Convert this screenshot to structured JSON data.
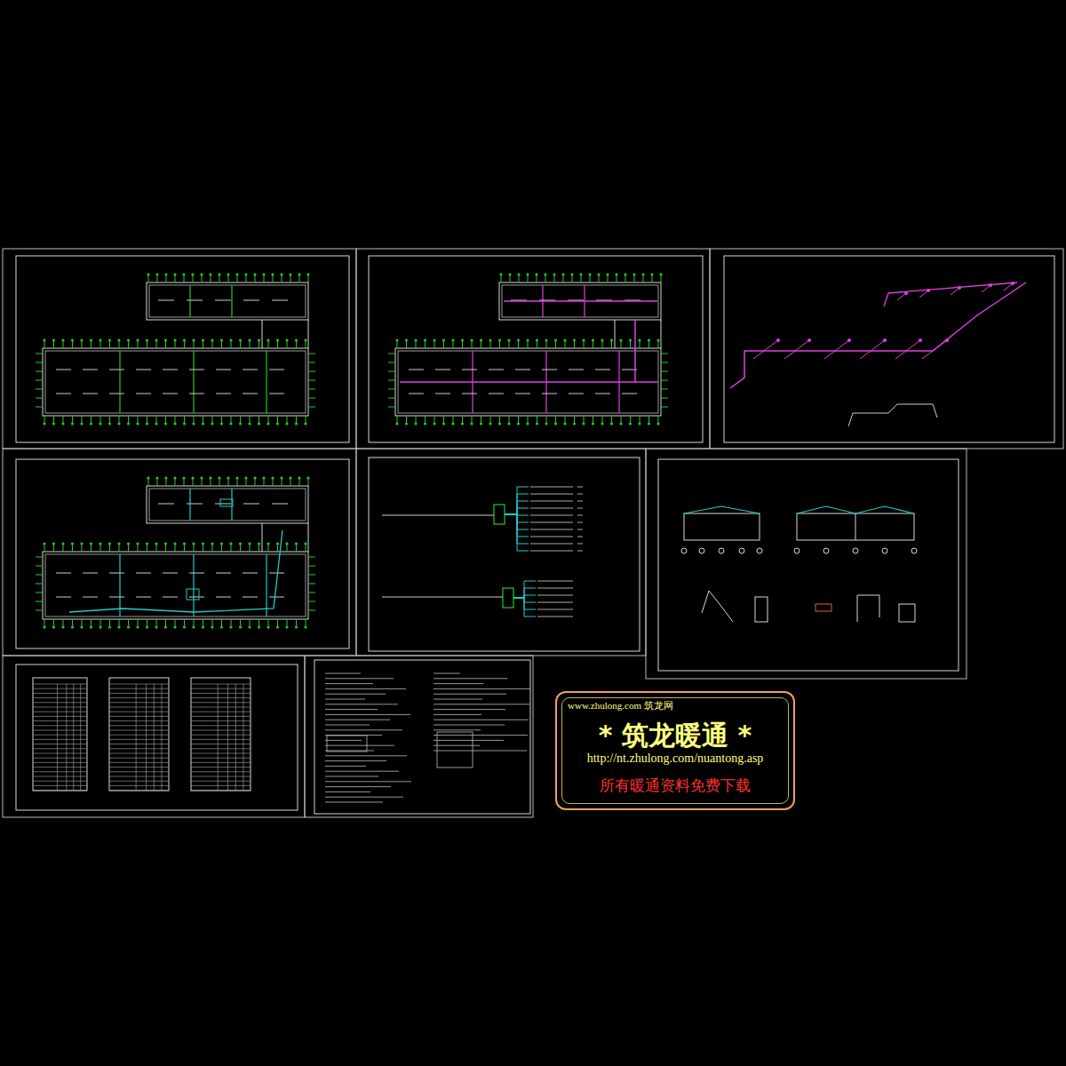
{
  "diagram": {
    "nodes": [
      {
        "text": [
          "www.zhulong.com 筑龙网",
          "* 筑龙暖通 *",
          "http://nt.zhulong.com/nuantong.asp",
          "所有暖通资料免费下载"
        ]
      }
    ]
  }
}
